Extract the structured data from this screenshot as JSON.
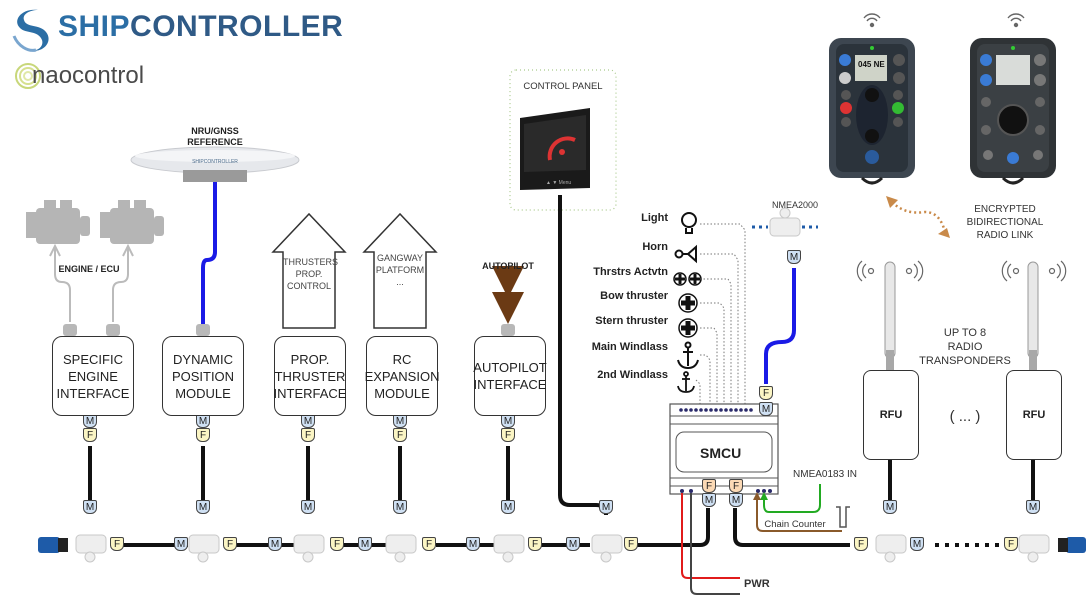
{
  "brand": {
    "name_part1": "SHIP",
    "name_part2": "CONTROLLER",
    "partner": "naocontrol"
  },
  "top_labels": {
    "gnss": [
      "NRU/GNSS",
      "REFERENCE"
    ],
    "engine": "ENGINE / ECU",
    "autopilot": "AUTOPILOT",
    "control_panel": "CONTROL PANEL",
    "nmea2000": "NMEA2000",
    "radio_link": [
      "ENCRYPTED",
      "BIDIRECTIONAL",
      "RADIO LINK"
    ],
    "transponders": [
      "UP TO 8",
      "RADIO",
      "TRANSPONDERS"
    ],
    "ellipsis": "( ... )"
  },
  "houses": [
    {
      "lines": [
        "THRUSTERS",
        "PROP.",
        "CONTROL"
      ]
    },
    {
      "lines": [
        "GANGWAY",
        "PLATFORM",
        "..."
      ]
    }
  ],
  "modules": [
    {
      "lines": [
        "SPECIFIC",
        "ENGINE",
        "INTERFACE"
      ]
    },
    {
      "lines": [
        "DYNAMIC",
        "POSITION",
        "MODULE"
      ]
    },
    {
      "lines": [
        "PROP.",
        "THRUSTER",
        "INTERFACE"
      ]
    },
    {
      "lines": [
        "RC",
        "EXPANSION",
        "MODULE"
      ]
    },
    {
      "lines": [
        "AUTOPILOT",
        "INTERFACE"
      ]
    }
  ],
  "functions": [
    {
      "label": "Light",
      "icon": "bulb-icon"
    },
    {
      "label": "Horn",
      "icon": "horn-icon"
    },
    {
      "label": "Thrstrs Actvtn",
      "icon": "dual-propeller-icon"
    },
    {
      "label": "Bow thruster",
      "icon": "propeller-icon"
    },
    {
      "label": "Stern thruster",
      "icon": "propeller-icon"
    },
    {
      "label": "Main Windlass",
      "icon": "anchor-icon"
    },
    {
      "label": "2nd Windlass",
      "icon": "anchor-icon"
    }
  ],
  "smcu": {
    "label": "SMCU",
    "nmea0183": "NMEA0183 IN",
    "chain_counter": "Chain Counter",
    "power": "PWR"
  },
  "rfu": {
    "label": "RFU"
  },
  "connectors": {
    "male": "M",
    "female": "F"
  },
  "colors": {
    "brand_blue": "#2b6ea5",
    "nmea_blue": "#1a1ae6",
    "backbone": "#111111",
    "autopilot_arrow": "#6b3a14",
    "radio_link_arrow": "#c98a4a",
    "power_red": "#e11b1b",
    "nmea0183_green": "#22aa22",
    "chain_brown": "#8a5a2b",
    "male_fill": "#cfe0f3",
    "female_fill": "#fbf5c4",
    "smcu_female_fill": "#fbd9b5"
  }
}
